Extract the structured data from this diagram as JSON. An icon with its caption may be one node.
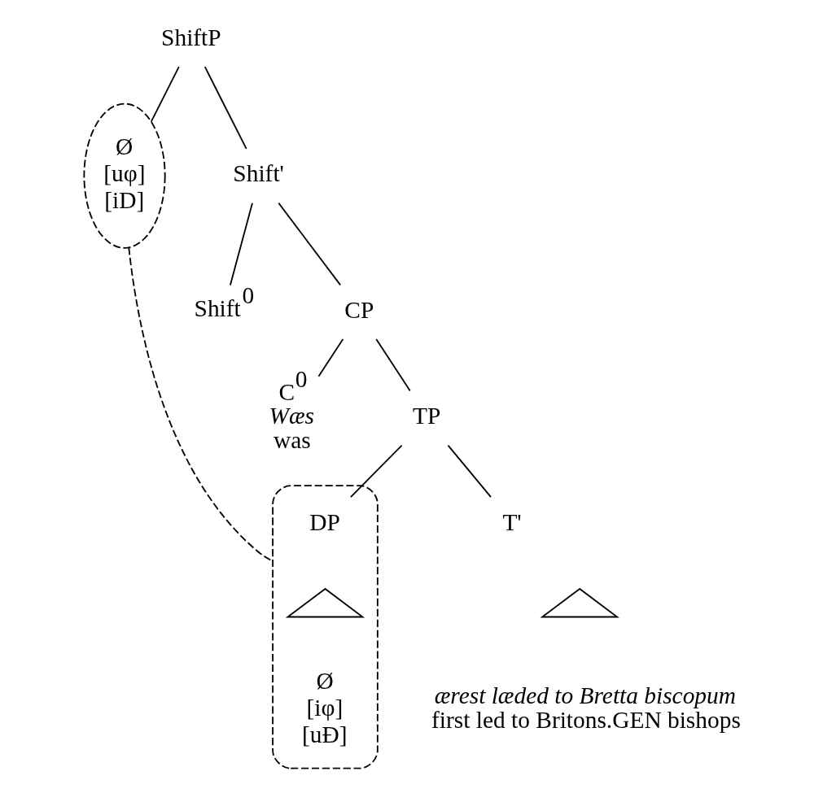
{
  "diagram": {
    "nodes": [
      {
        "text": [
          "ShiftP"
        ]
      },
      {
        "text": [
          "Ø",
          "[uφ]",
          "[iD]"
        ]
      },
      {
        "text": [
          "Shift'"
        ]
      },
      {
        "text": [
          "Shift$^{0}$"
        ]
      },
      {
        "text": [
          "CP"
        ]
      },
      {
        "text": [
          "C$^{0}$",
          "*Wæs*",
          "was"
        ]
      },
      {
        "text": [
          "TP"
        ]
      },
      {
        "text": [],
        "shape": "ellipse"
      },
      {
        "text": [
          "DP"
        ],
        "in": 7
      },
      {
        "text": [],
        "shape": "triangle",
        "in": 7
      },
      {
        "text": [
          "Ø",
          "[iφ]",
          "[uÐ]"
        ],
        "in": 7
      },
      {
        "text": [
          "T'"
        ]
      },
      {
        "text": [],
        "shape": "triangle"
      },
      {
        "text": [
          "*ærest læded to Bretta biscopum*",
          "first led to Britons.GEN bishops"
        ]
      }
    ],
    "edges": [
      {
        "from": 0,
        "to": 1,
        "arrow": "none"
      },
      {
        "from": 0,
        "to": 2,
        "arrow": "none"
      },
      {
        "from": 2,
        "to": 3,
        "arrow": "none"
      },
      {
        "from": 2,
        "to": 4,
        "arrow": "none"
      },
      {
        "from": 4,
        "to": 5,
        "arrow": "none"
      },
      {
        "from": 4,
        "to": 6,
        "arrow": "none"
      },
      {
        "from": 6,
        "to": 8,
        "arrow": "none"
      },
      {
        "from": 6,
        "to": 11,
        "arrow": "none"
      },
      {
        "from": 1,
        "to": 7,
        "arrow": "none",
        "style": "dashed"
      }
    ]
  }
}
